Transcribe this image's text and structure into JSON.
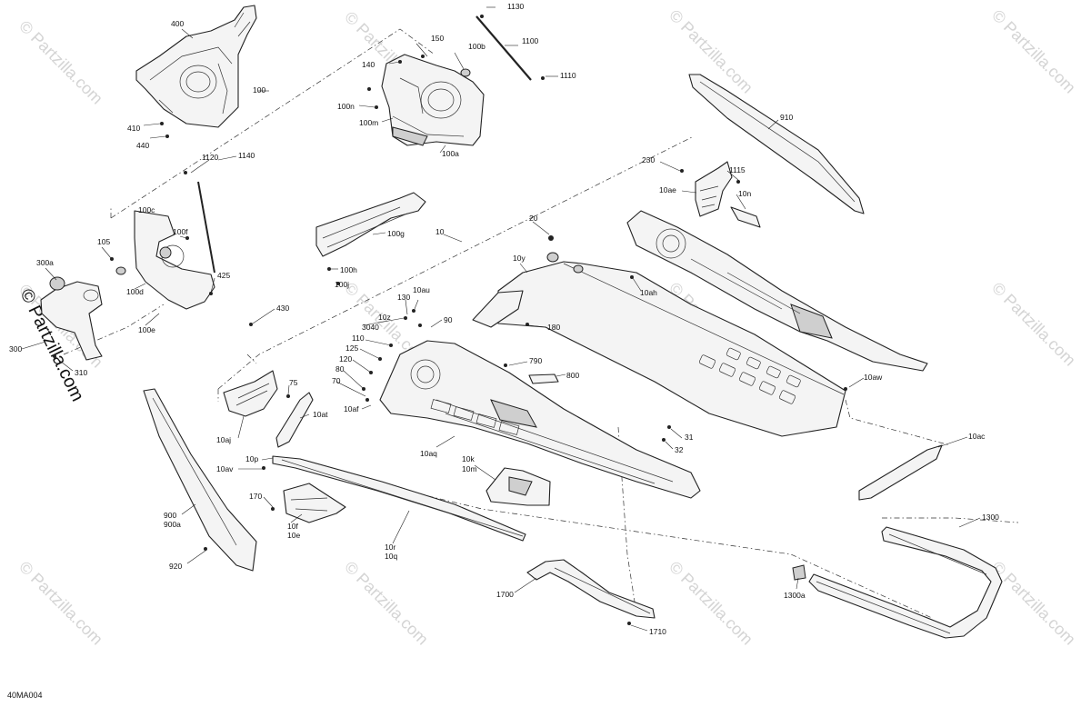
{
  "watermark": "© Partzilla.com",
  "side_watermark": "© Partzilla.com",
  "drawing_number": "40MA004",
  "callouts": {
    "c400": "400",
    "c410": "410",
    "c440": "440",
    "c100": "100",
    "c140": "140",
    "c150": "150",
    "c100b": "100b",
    "c1130": "1130",
    "c1100": "1100",
    "c1110": "1110",
    "c100n": "100n",
    "c100m": "100m",
    "c100a": "100a",
    "c910": "910",
    "c230": "230",
    "c1115": "1115",
    "c10ae": "10ae",
    "c10n": "10n",
    "c1120": "1120",
    "c1140": "1140",
    "c100c": "100c",
    "c105": "105",
    "c100f": "100f",
    "c100d": "100d",
    "c425": "425",
    "c100e": "100e",
    "c300a": "300a",
    "c300": "300",
    "c310": "310",
    "c430": "430",
    "c100g": "100g",
    "c100h": "100h",
    "c100j": "100j",
    "c10": "10",
    "c20": "20",
    "c10y": "10y",
    "c10ah": "10ah",
    "c180": "180",
    "c130": "130",
    "c10au": "10au",
    "c10z": "10z",
    "c3040": "3040",
    "c90": "90",
    "c110": "110",
    "c125": "125",
    "c120": "120",
    "c80": "80",
    "c70": "70",
    "c10af": "10af",
    "c790": "790",
    "c800": "800",
    "c10aw": "10aw",
    "c75": "75",
    "c10at": "10at",
    "c10aj": "10aj",
    "c10p": "10p",
    "c10av": "10av",
    "c10aq": "10aq",
    "c31": "31",
    "c32": "32",
    "c10ac": "10ac",
    "c10k": "10k",
    "c10m": "10m",
    "c170": "170",
    "c10f": "10f",
    "c10e": "10e",
    "c900": "900",
    "c900a": "900a",
    "c920": "920",
    "c10r": "10r",
    "c10q": "10q",
    "c1300": "1300",
    "c1300a": "1300a",
    "c1700": "1700",
    "c1710": "1710"
  }
}
